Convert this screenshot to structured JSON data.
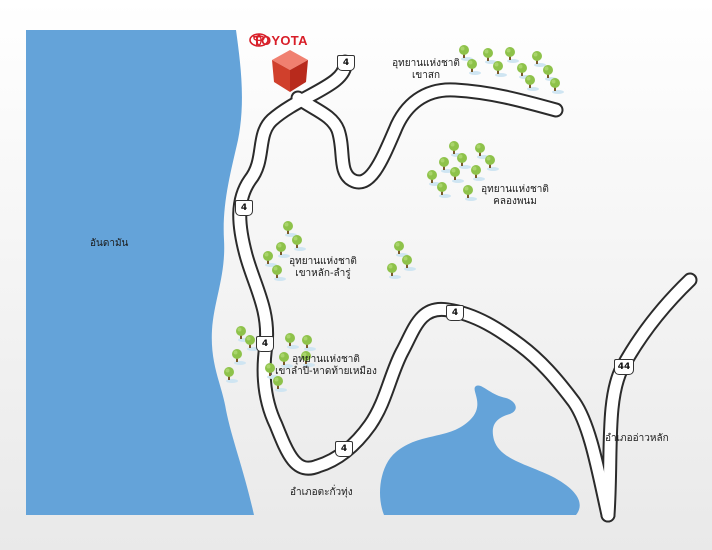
{
  "brand": {
    "name": "TOYOTA",
    "logo_icon": "toyota-emblem-icon",
    "marker_icon": "red-cube-marker-icon",
    "color": "#d81e28"
  },
  "labels": {
    "sea": "อันดามัน",
    "park_khao_sok": "อุทยานแห่งชาติ\nเขาสก",
    "park_khlong_phanom": "อุทยานแห่งชาติ\nคลองพนม",
    "park_khao_lak": "อุทยานแห่งชาติ\nเขาหลัก-ลำรู่",
    "park_khao_lampi": "อุทยานแห่งชาติ\nเขาลำปี-หาดท้ายเหมือง",
    "district_takua_thung": "อำเภอตะกั่วทุ่ง",
    "district_ao_luek": "อำเภออ่าวหลัก"
  },
  "road_shields": [
    "4",
    "4",
    "4",
    "4",
    "4",
    "44"
  ],
  "colors": {
    "water": "#64a3d9",
    "land": "#f2f2f2",
    "road_edge": "#2b2b2b",
    "road_fill": "#ffffff",
    "tree_canopy": "#8ec24a",
    "tree_trunk": "#7a5a2a",
    "accent": "#d81e28"
  }
}
